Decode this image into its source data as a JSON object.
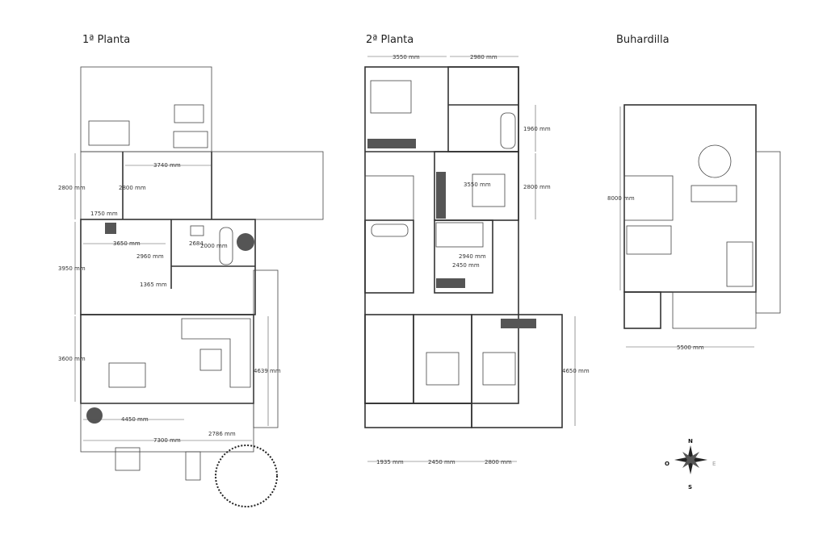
{
  "floors": [
    {
      "title": "1ª Planta",
      "dims": [
        "3740 mm",
        "2800 mm",
        "2800 mm",
        "1750 mm",
        "3650 mm",
        "2684",
        "2000 mm",
        "2960 mm",
        "3950 mm",
        "1365 mm",
        "3600 mm",
        "4639 mm",
        "4450 mm",
        "7300 mm",
        "2786 mm"
      ]
    },
    {
      "title": "2ª Planta",
      "dims": [
        "3550 mm",
        "2980 mm",
        "1960 mm",
        "3550 mm",
        "2800 mm",
        "2940 mm",
        "2450 mm",
        "4650 mm",
        "1935 mm",
        "2450 mm",
        "2800 mm"
      ]
    },
    {
      "title": "Buhardilla",
      "dims": [
        "8000 mm",
        "5500 mm"
      ]
    }
  ],
  "compass": {
    "n": "N",
    "s": "S",
    "w": "O",
    "e": "E"
  }
}
